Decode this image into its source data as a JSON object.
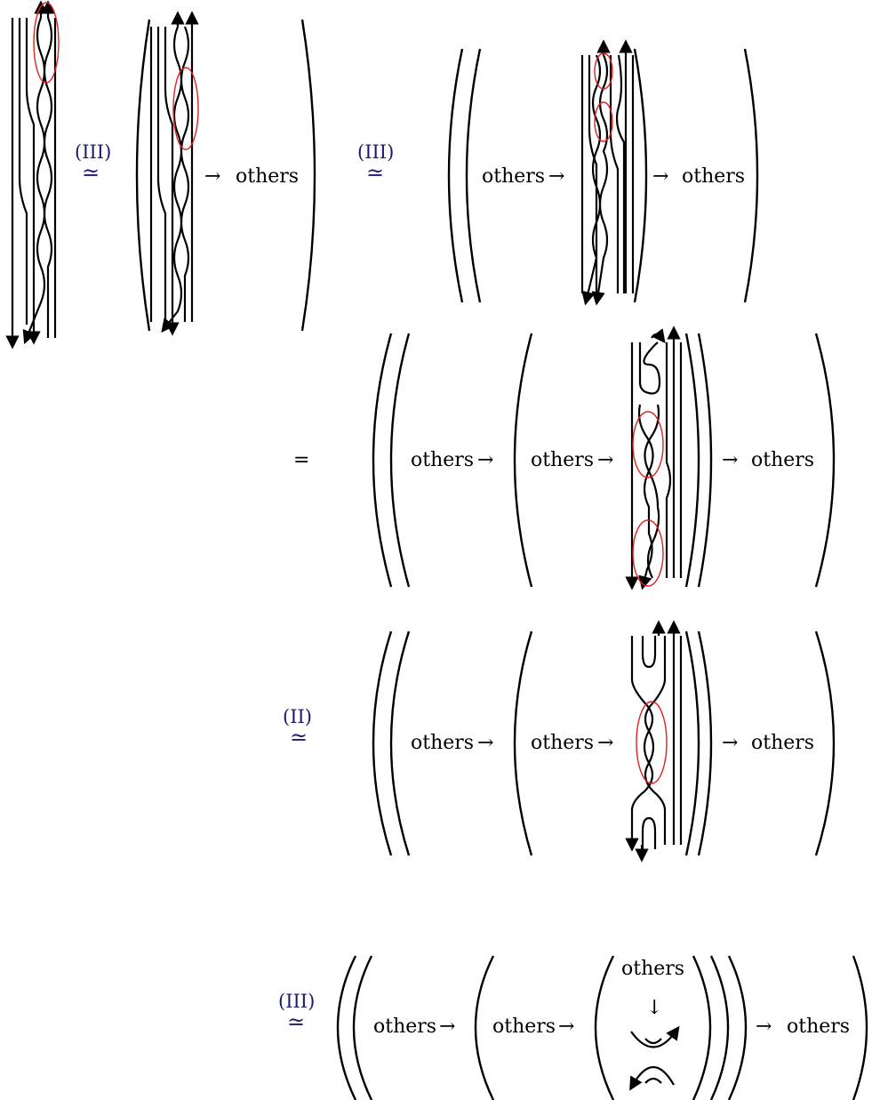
{
  "moves": {
    "move_1": "(III)",
    "move_2": "(III)",
    "move_4": "(II)",
    "move_5": "(III)"
  },
  "relations": {
    "similar": "≃",
    "equals": "="
  },
  "labels": {
    "others": "others",
    "arrow_right": "→",
    "arrow_down": "↓"
  },
  "colors": {
    "strand": "#000000",
    "highlight": "#e02020",
    "move_label": "#1a1a70"
  }
}
